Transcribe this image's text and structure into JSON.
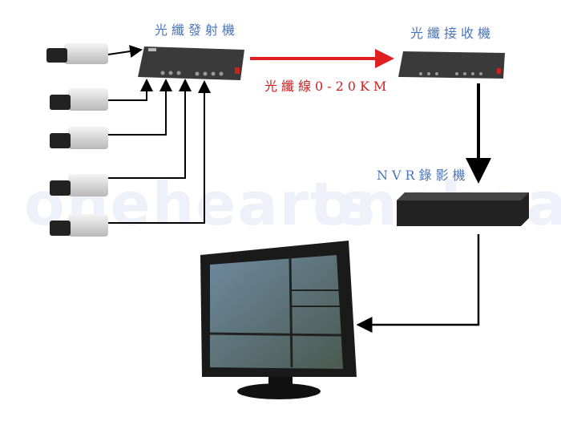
{
  "labels": {
    "transmitter": "光纖發射機",
    "receiver": "光纖接收機",
    "fiber": "光纖線0-20KM",
    "nvr": "NVR錄影機"
  },
  "watermark": "onehearts",
  "colors": {
    "label_blue": "#4a74b8",
    "fiber_red": "#e02020",
    "line": "#000000"
  }
}
